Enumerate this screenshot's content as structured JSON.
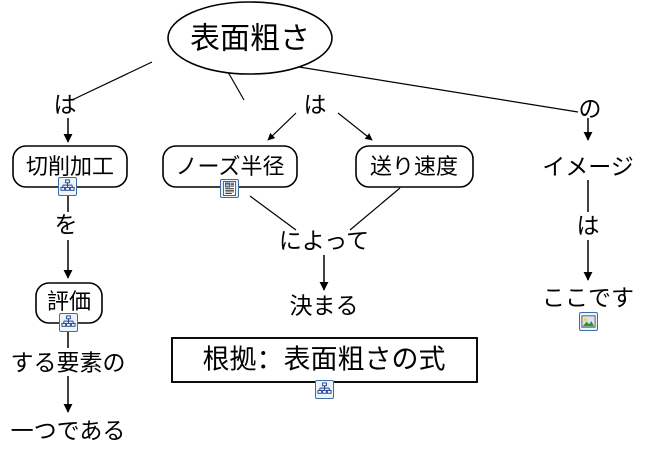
{
  "diagram": {
    "title_node": {
      "id": "root",
      "label": "表面粗さ",
      "shape": "ellipse"
    },
    "nodes": [
      {
        "id": "root",
        "label": "表面粗さ",
        "shape": "ellipse",
        "icon": null
      },
      {
        "id": "n_kezuri",
        "label": "切削加工",
        "shape": "rounded-rect",
        "icon": "hierarchy-icon"
      },
      {
        "id": "n_hyoka",
        "label": "評価",
        "shape": "rounded-rect",
        "icon": "hierarchy-icon"
      },
      {
        "id": "n_nose",
        "label": "ノーズ半径",
        "shape": "rounded-rect",
        "icon": "document-icon"
      },
      {
        "id": "n_okuri",
        "label": "送り速度",
        "shape": "rounded-rect",
        "icon": null
      },
      {
        "id": "n_konkyo",
        "label": "根拠：表面粗さの式",
        "shape": "rect",
        "icon": "hierarchy-icon"
      },
      {
        "id": "n_image",
        "label": "イメージ",
        "shape": "none",
        "icon": null
      },
      {
        "id": "n_koko",
        "label": "ここです",
        "shape": "none",
        "icon": "picture-icon"
      },
      {
        "id": "n_suru",
        "label": "する要素の",
        "shape": "none",
        "icon": null
      },
      {
        "id": "n_hitotsu",
        "label": "一つである",
        "shape": "none",
        "icon": null
      },
      {
        "id": "n_niyotte",
        "label": "によって",
        "shape": "none",
        "icon": null
      },
      {
        "id": "n_kimaru",
        "label": "決まる",
        "shape": "none",
        "icon": null
      }
    ],
    "edge_labels": [
      {
        "id": "e1",
        "label": "は"
      },
      {
        "id": "e2",
        "label": "は"
      },
      {
        "id": "e3",
        "label": "の"
      },
      {
        "id": "e4",
        "label": "を"
      },
      {
        "id": "e5",
        "label": "は"
      }
    ],
    "colors": {
      "stroke": "#000000",
      "fill": "#ffffff",
      "icon_border": "#3c6ea5",
      "icon_fill": "#eef3fa",
      "icon_accent": "#1a3f8f"
    }
  }
}
